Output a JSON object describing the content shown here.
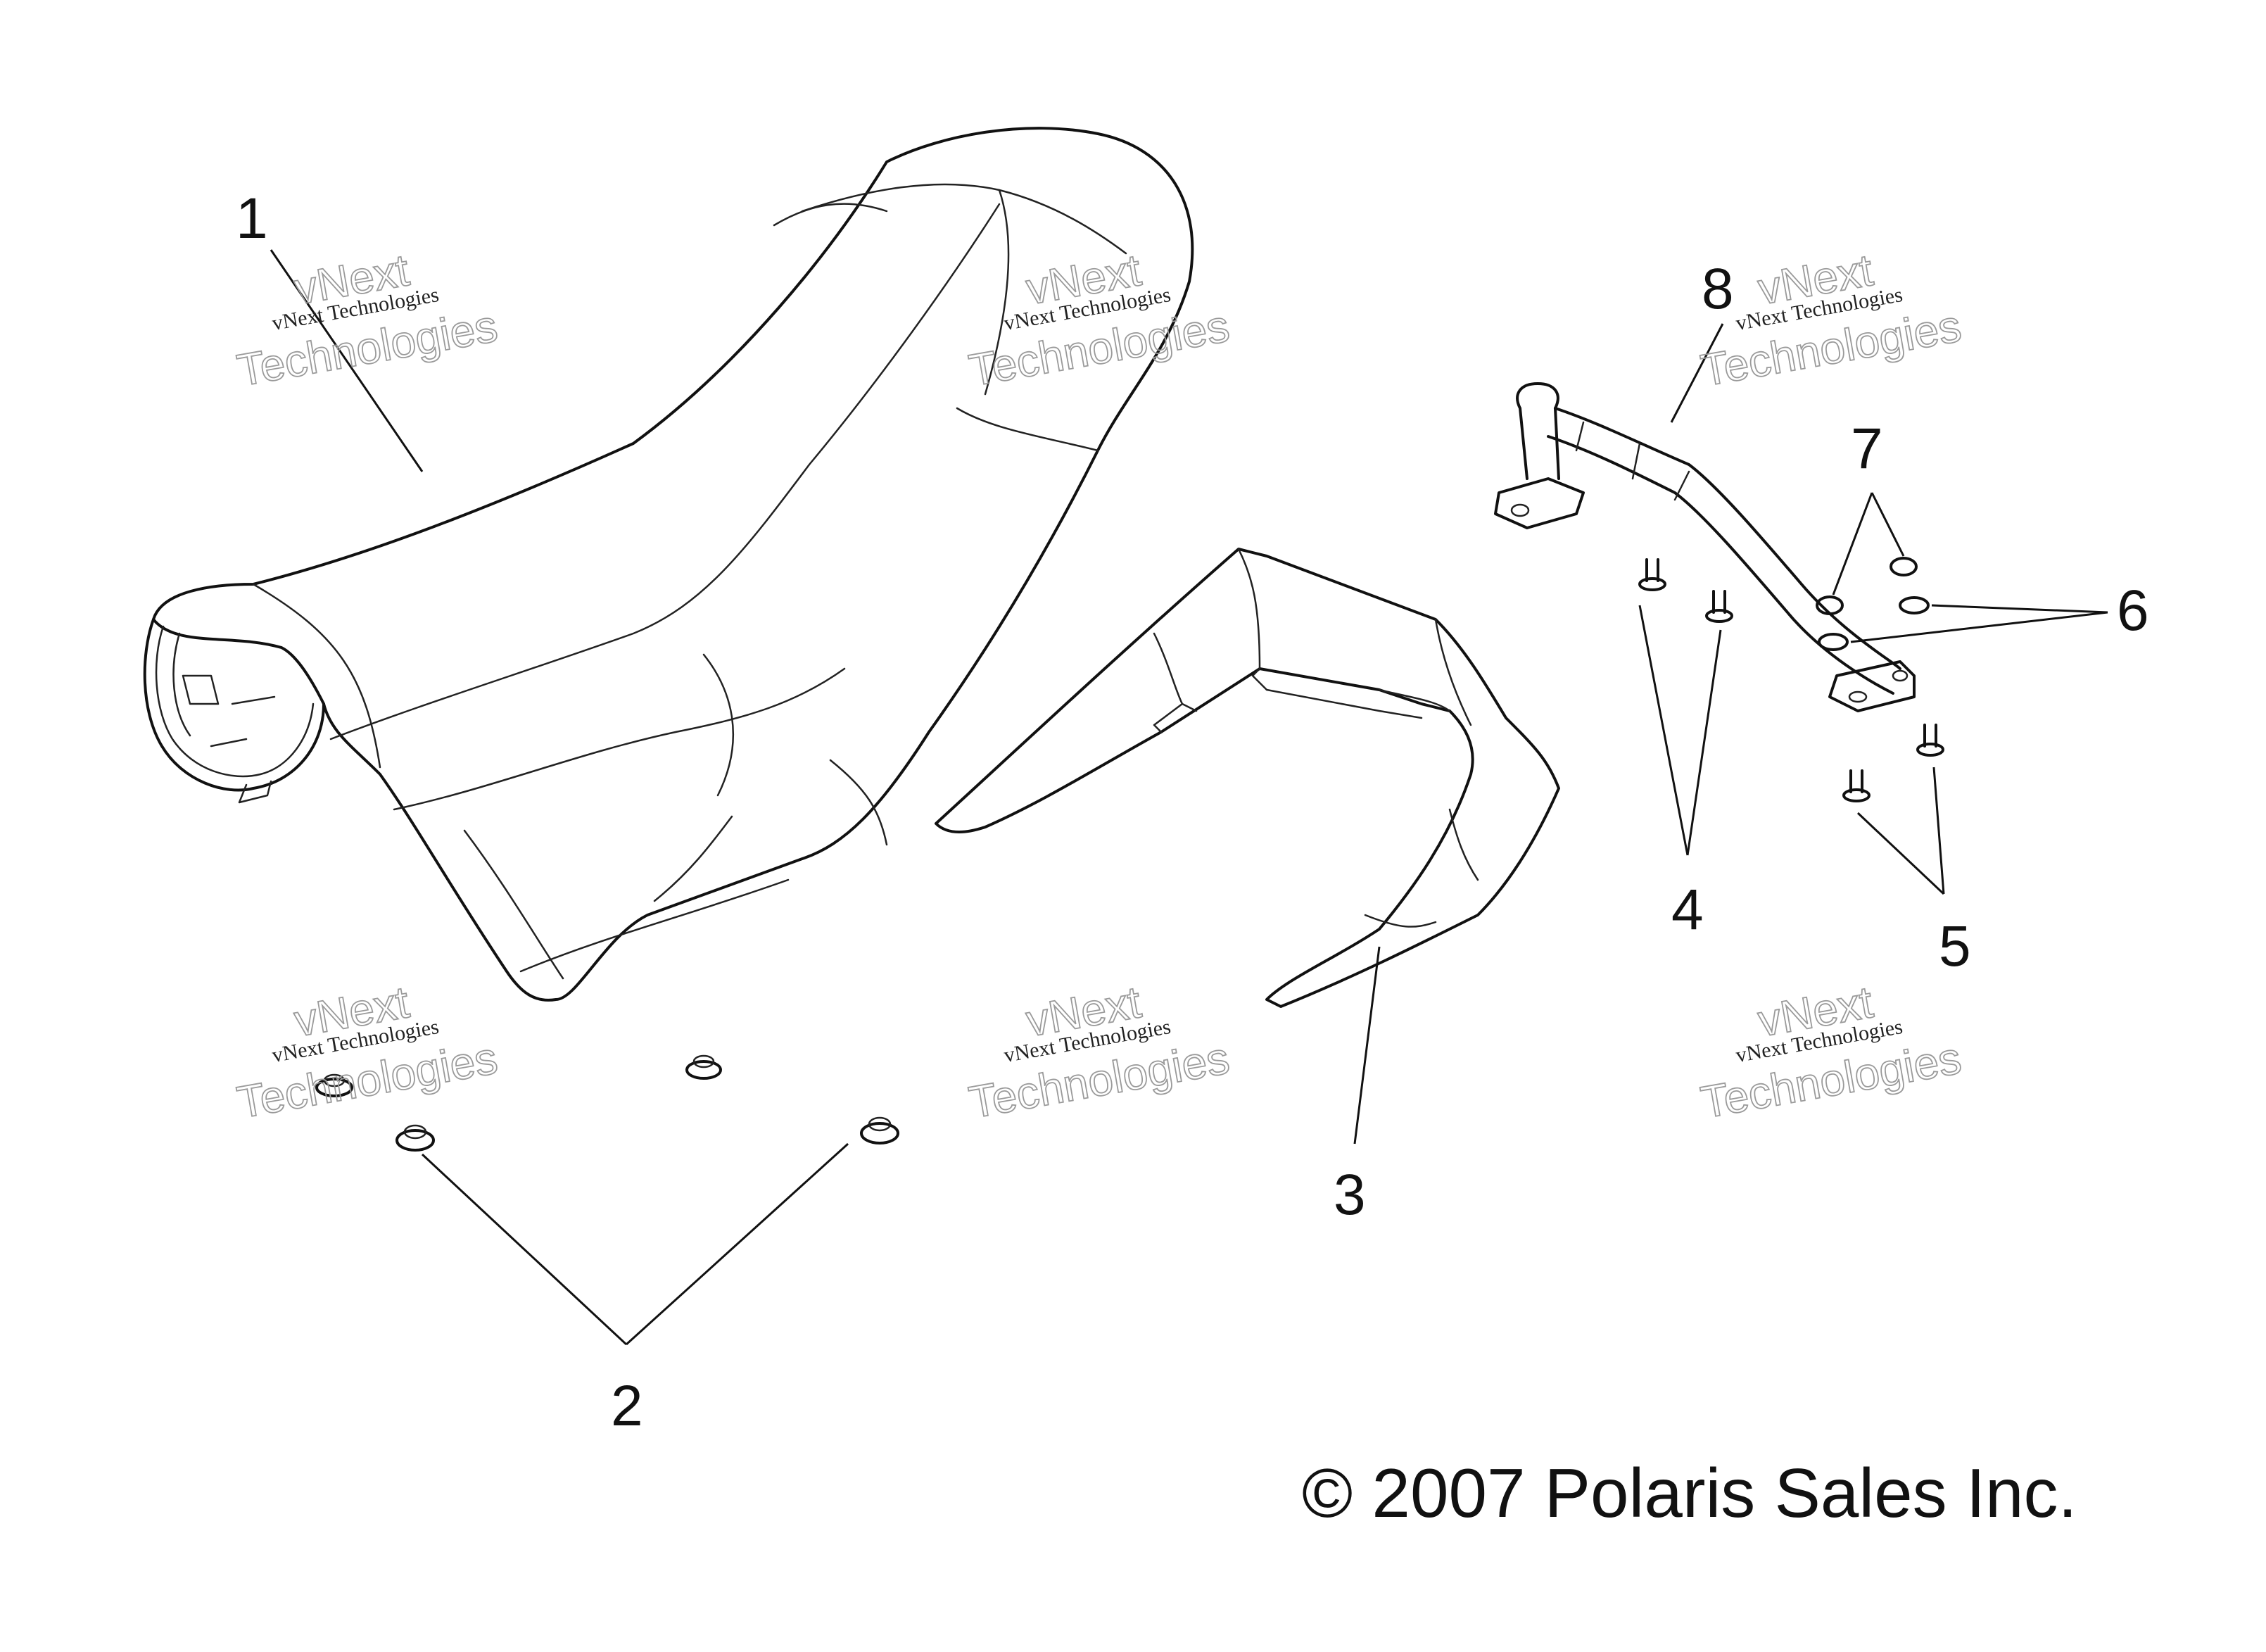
{
  "callouts": [
    {
      "id": "1",
      "label": "1"
    },
    {
      "id": "2",
      "label": "2"
    },
    {
      "id": "3",
      "label": "3"
    },
    {
      "id": "4",
      "label": "4"
    },
    {
      "id": "5",
      "label": "5"
    },
    {
      "id": "6",
      "label": "6"
    },
    {
      "id": "7",
      "label": "7"
    },
    {
      "id": "8",
      "label": "8"
    }
  ],
  "copyright": "© 2007 Polaris Sales Inc.",
  "watermark": {
    "line1": "vNext Technologies",
    "line2": "vNext",
    "line3": "Technologies"
  }
}
